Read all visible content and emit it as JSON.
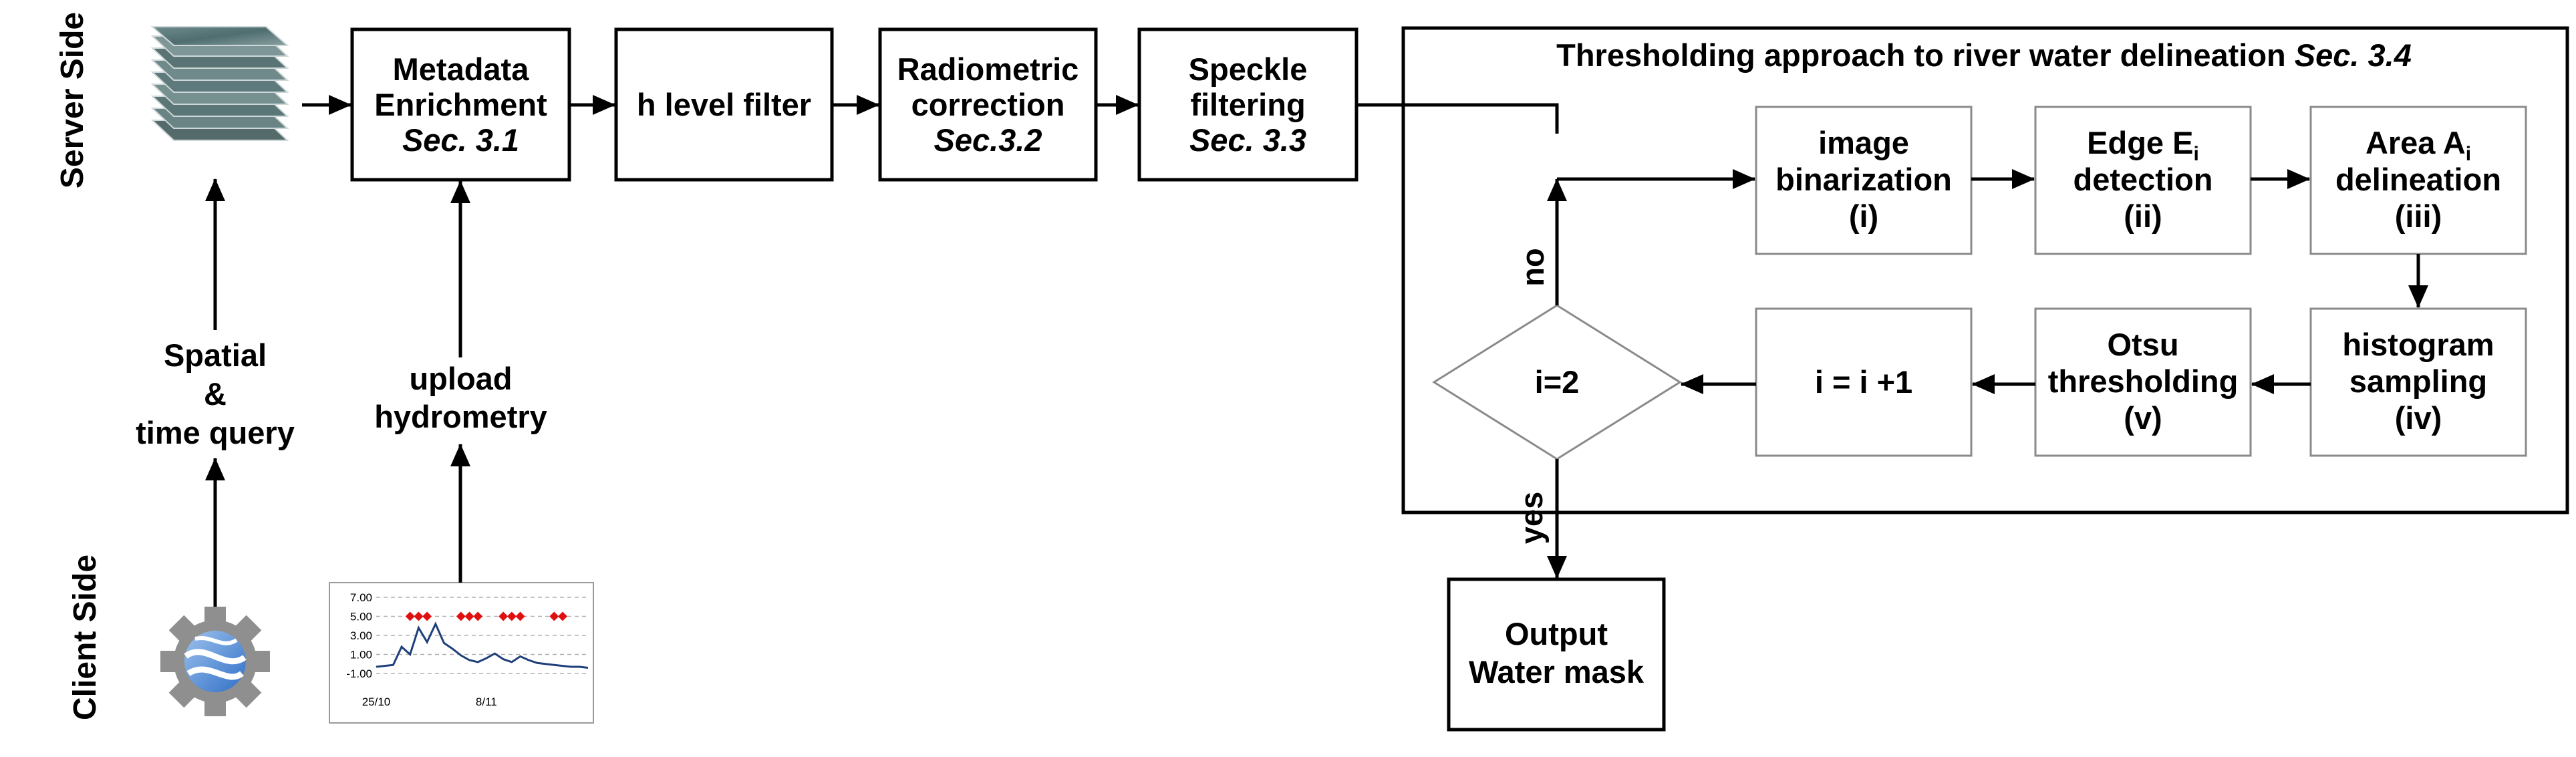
{
  "side_labels": {
    "server": "Server Side",
    "client": "Client Side"
  },
  "nodes": {
    "metadata": {
      "line1": "Metadata",
      "line2": "Enrichment",
      "ref": "Sec. 3.1"
    },
    "hlevel": {
      "line1": "h level  filter"
    },
    "radiometric": {
      "line1": "Radiometric",
      "line2": "correction",
      "ref": "Sec.3.2"
    },
    "speckle": {
      "line1": "Speckle",
      "line2": "filtering",
      "ref": "Sec. 3.3"
    },
    "spatial": {
      "line1": "Spatial",
      "line2": "&",
      "line3": "time query"
    },
    "upload": {
      "line1": "upload",
      "line2": "hydrometry"
    },
    "binarization": {
      "line1": "image",
      "line2": "binarization",
      "line3": "(i)"
    },
    "edge": {
      "line1": "Edge E",
      "sub": "i",
      "line2": "detection",
      "line3": "(ii)"
    },
    "area": {
      "line1": "Area A",
      "sub": "i",
      "line2": "delineation",
      "line3": "(iii)"
    },
    "histogram": {
      "line1": "histogram",
      "line2": "sampling",
      "line3": "(iv)"
    },
    "otsu": {
      "line1": "Otsu",
      "line2": "thresholding",
      "line3": "(v)"
    },
    "increment": {
      "line1": "i = i +1"
    },
    "decision": {
      "line1": "i=2"
    },
    "output": {
      "line1": "Output",
      "line2": "Water mask"
    }
  },
  "group": {
    "title": "Thresholding approach to river water delineation ",
    "ref": "Sec. 3.4"
  },
  "edge_labels": {
    "no": "no",
    "yes": "yes"
  },
  "icons": {
    "image_stack": "satellite-image-stack-icon",
    "gee_logo": "earth-engine-gear-logo-icon",
    "hydro_chart": "hydrometry-chart-thumbnail"
  },
  "thumbnail_chart": {
    "type": "line",
    "y_ticks": [
      "7.00",
      "5.00",
      "3.00",
      "1.00",
      "-1.00"
    ],
    "x_ticks": [
      "25/10",
      "8/11"
    ],
    "ylim": [
      -1,
      7
    ],
    "line_color": "#1f3f7a",
    "marker_color": "#e01010",
    "series_line": [
      -0.3,
      -0.2,
      -0.1,
      1.8,
      1.0,
      3.8,
      2.3,
      4.2,
      2.2,
      1.6,
      0.9,
      0.4,
      0.2,
      0.6,
      1.1,
      0.5,
      0.2,
      0.8,
      0.4,
      0.1,
      0.0,
      -0.1,
      -0.2,
      -0.3,
      -0.3,
      -0.4
    ],
    "series_markers": [
      {
        "x": 4,
        "y": 5.0
      },
      {
        "x": 5,
        "y": 5.0
      },
      {
        "x": 6,
        "y": 5.0
      },
      {
        "x": 10,
        "y": 5.0
      },
      {
        "x": 11,
        "y": 5.0
      },
      {
        "x": 12,
        "y": 5.0
      },
      {
        "x": 15,
        "y": 5.0
      },
      {
        "x": 16,
        "y": 5.0
      },
      {
        "x": 17,
        "y": 5.0
      },
      {
        "x": 21,
        "y": 5.0
      },
      {
        "x": 22,
        "y": 5.0
      }
    ]
  }
}
